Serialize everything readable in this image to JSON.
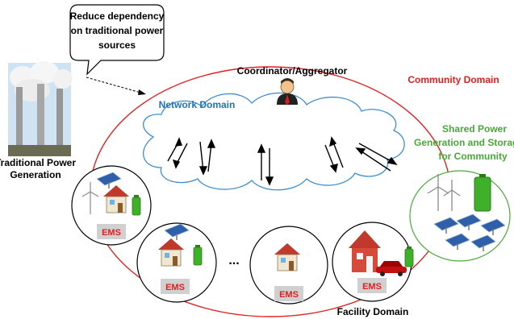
{
  "callout": {
    "line1": "Reduce dependency",
    "line2": "on traditional power",
    "line3": "sources"
  },
  "coordinator": {
    "label": "Coordinator/Aggregator"
  },
  "community": {
    "label": "Community Domain"
  },
  "network": {
    "label": "Network Domain"
  },
  "traditional": {
    "line1": "Traditional Power",
    "line2": "Generation"
  },
  "shared": {
    "line1": "Shared Power",
    "line2": "Generation and Storage",
    "line3": "for Community"
  },
  "facility": {
    "label": "Facility Domain"
  },
  "ems": {
    "label": "EMS"
  },
  "ellipsis": "...",
  "colors": {
    "community_red": "#e02020",
    "network_blue": "#1e73be",
    "shared_green": "#4aa83a",
    "cloud_stroke": "#3f8fd0",
    "ems_bg": "#d0d0d0"
  },
  "icons": [
    "factory-smokestack-icon",
    "person-icon",
    "house-icon",
    "solar-panel-icon",
    "wind-turbine-icon",
    "battery-icon",
    "car-icon"
  ]
}
